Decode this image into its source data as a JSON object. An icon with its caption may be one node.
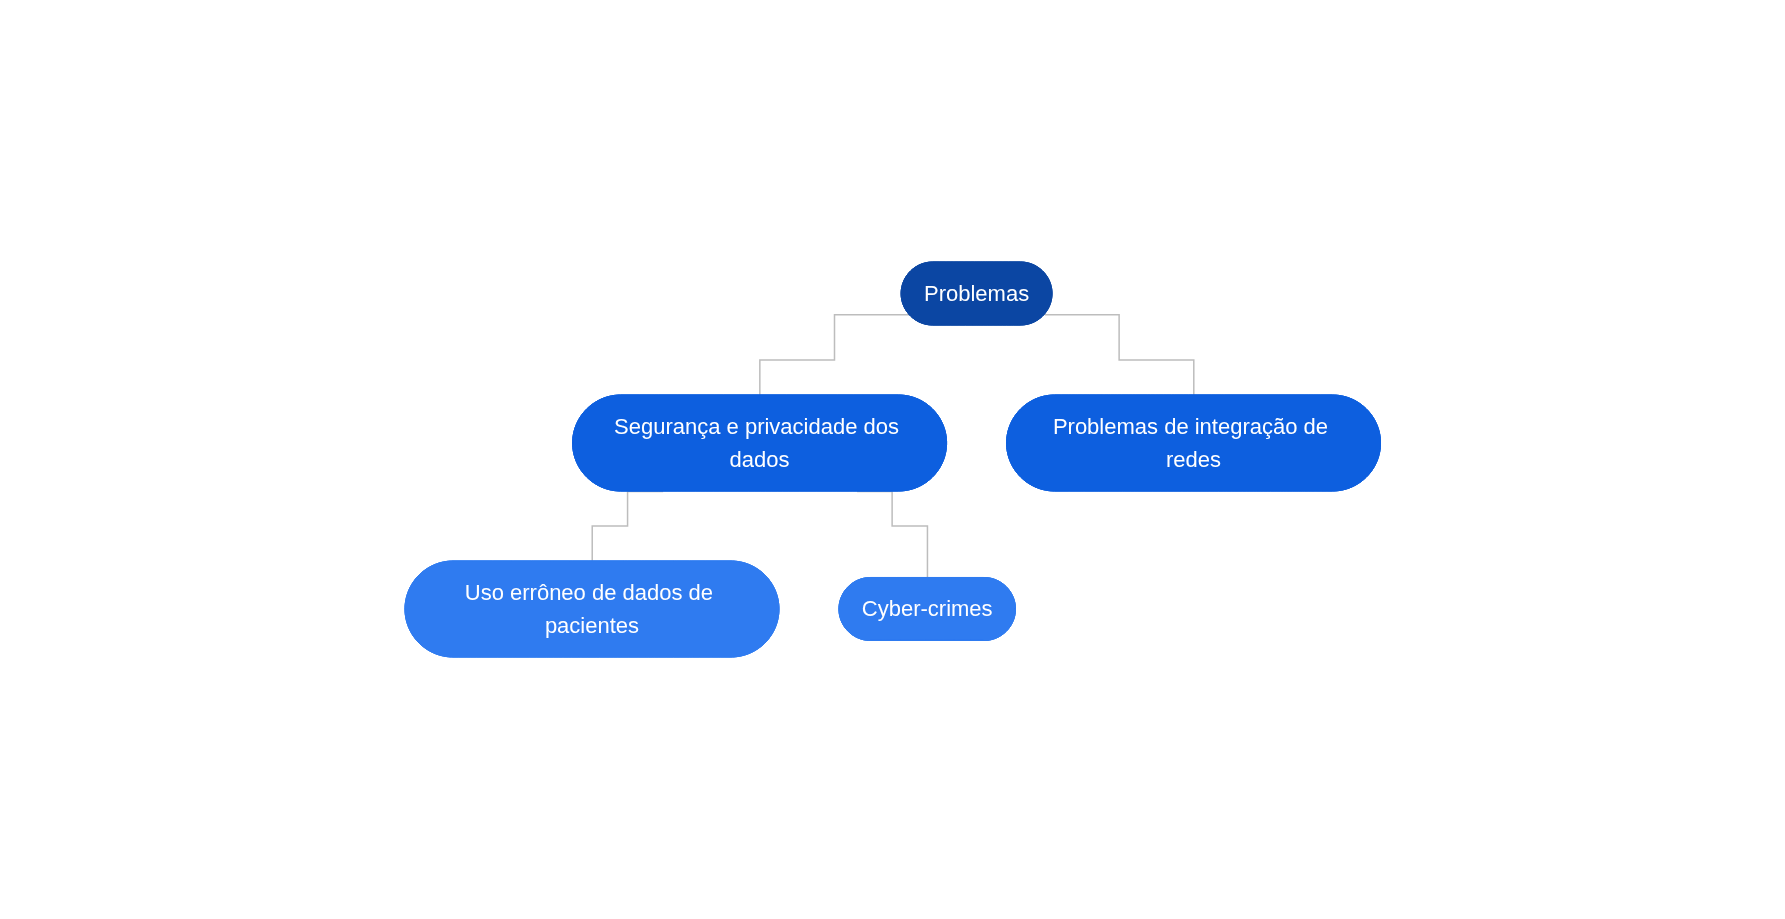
{
  "diagram": {
    "nodes": [
      {
        "text": [
          "Problemas"
        ]
      },
      {
        "text": [
          "Segurança e privacidade dos dados"
        ]
      },
      {
        "text": [
          "Problemas de integração de redes"
        ]
      },
      {
        "text": [
          "Uso errôneo de dados de pacientes"
        ]
      },
      {
        "text": [
          "Cyber-crimes"
        ]
      }
    ],
    "edges": [
      {
        "from": 0,
        "to": 1,
        "arrow": "none"
      },
      {
        "from": 0,
        "to": 2,
        "arrow": "none"
      },
      {
        "from": 1,
        "to": 3,
        "arrow": "none"
      },
      {
        "from": 1,
        "to": 4,
        "arrow": "none"
      }
    ]
  }
}
